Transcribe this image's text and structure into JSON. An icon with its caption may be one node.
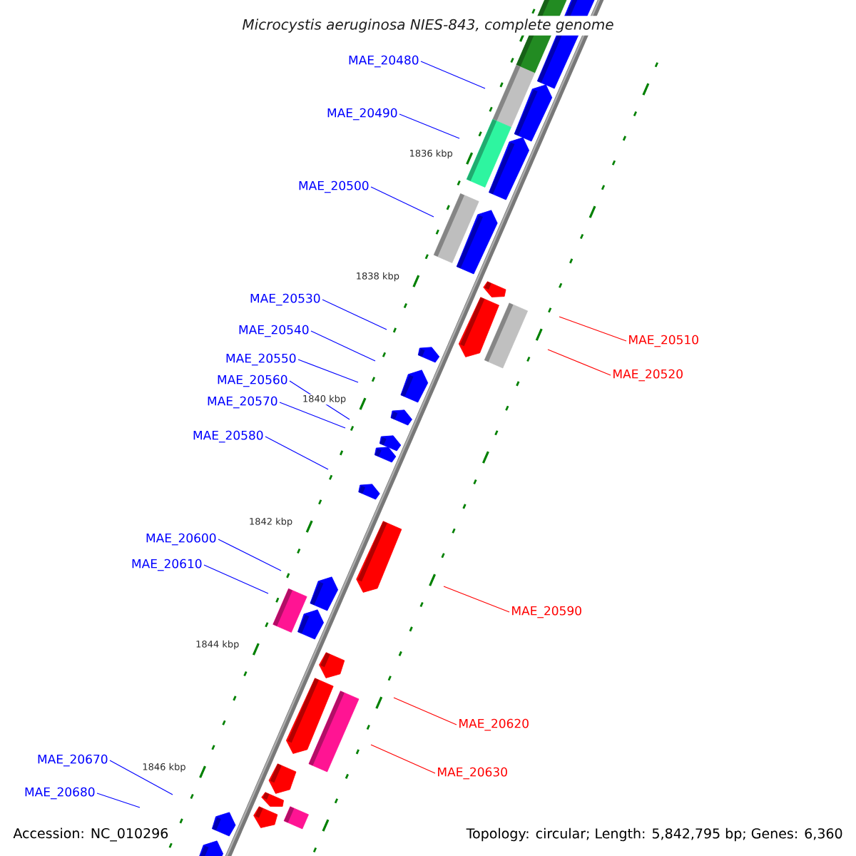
{
  "diagram": {
    "title": "Microcystis aeruginosa NIES-843, complete genome",
    "nodes": [
      {
        "text": [
          "MAE_20480"
        ]
      },
      {
        "text": [
          "MAE_20490"
        ]
      },
      {
        "text": [
          "MAE_20500"
        ]
      },
      {
        "text": [
          "MAE_20530"
        ]
      },
      {
        "text": [
          "MAE_20540"
        ]
      },
      {
        "text": [
          "MAE_20550"
        ]
      },
      {
        "text": [
          "MAE_20560"
        ]
      },
      {
        "text": [
          "MAE_20570"
        ]
      },
      {
        "text": [
          "MAE_20580"
        ]
      },
      {
        "text": [
          "MAE_20600"
        ]
      },
      {
        "text": [
          "MAE_20610"
        ]
      },
      {
        "text": [
          "MAE_20670"
        ]
      },
      {
        "text": [
          "MAE_20680"
        ]
      },
      {
        "text": [
          "MAE_20510"
        ]
      },
      {
        "text": [
          "MAE_20520"
        ]
      },
      {
        "text": [
          "MAE_20590"
        ]
      },
      {
        "text": [
          "MAE_20620"
        ]
      },
      {
        "text": [
          "MAE_20630"
        ]
      }
    ],
    "edges": [
      {
        "from": 0,
        "to": null,
        "arrow": "none"
      },
      {
        "from": 1,
        "to": null,
        "arrow": "none"
      },
      {
        "from": 2,
        "to": null,
        "arrow": "none"
      },
      {
        "from": 3,
        "to": null,
        "arrow": "none"
      },
      {
        "from": 4,
        "to": null,
        "arrow": "none"
      },
      {
        "from": 5,
        "to": null,
        "arrow": "none"
      },
      {
        "from": 6,
        "to": null,
        "arrow": "none"
      },
      {
        "from": 7,
        "to": null,
        "arrow": "none"
      },
      {
        "from": 8,
        "to": null,
        "arrow": "none"
      },
      {
        "from": 9,
        "to": null,
        "arrow": "none"
      },
      {
        "from": 10,
        "to": null,
        "arrow": "none"
      },
      {
        "from": 11,
        "to": null,
        "arrow": "none"
      },
      {
        "from": 12,
        "to": null,
        "arrow": "none"
      },
      {
        "from": 13,
        "to": null,
        "arrow": "none",
        "color": "#ff0000"
      },
      {
        "from": 14,
        "to": null,
        "arrow": "none",
        "color": "#ff0000"
      },
      {
        "from": 15,
        "to": null,
        "arrow": "none",
        "color": "#ff0000"
      },
      {
        "from": 16,
        "to": null,
        "arrow": "none",
        "color": "#ff0000"
      },
      {
        "from": 17,
        "to": null,
        "arrow": "none",
        "color": "#ff0000"
      }
    ],
    "labels": [
      "1836 kbp",
      "1838 kbp",
      "1840 kbp",
      "1842 kbp",
      "1844 kbp",
      "1846 kbp",
      "Accession: NC_010296",
      "Topology: circular; Length: 5,842,795 bp; Genes: 6,360"
    ]
  }
}
